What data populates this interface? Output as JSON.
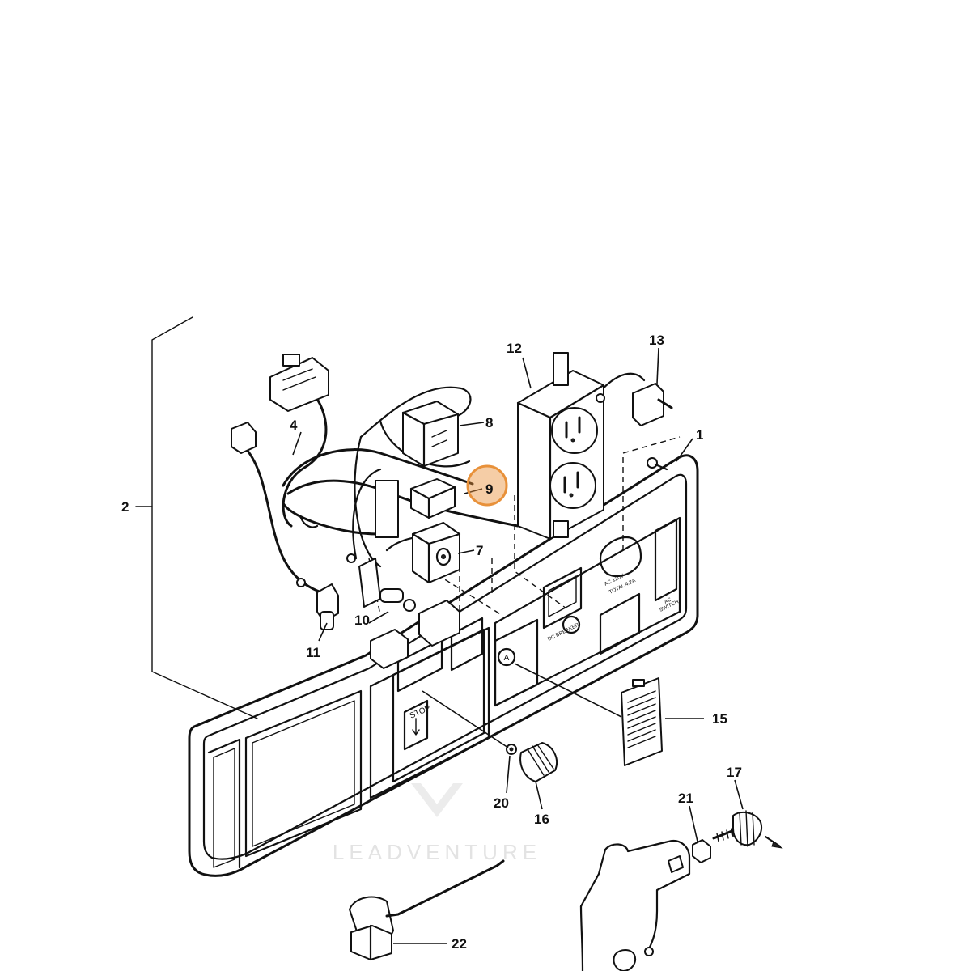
{
  "callouts": [
    {
      "id": "1",
      "label": "1"
    },
    {
      "id": "2",
      "label": "2"
    },
    {
      "id": "4",
      "label": "4"
    },
    {
      "id": "7",
      "label": "7"
    },
    {
      "id": "8",
      "label": "8"
    },
    {
      "id": "9",
      "label": "9"
    },
    {
      "id": "10",
      "label": "10"
    },
    {
      "id": "11",
      "label": "11"
    },
    {
      "id": "12",
      "label": "12"
    },
    {
      "id": "13",
      "label": "13"
    },
    {
      "id": "15",
      "label": "15"
    },
    {
      "id": "16",
      "label": "16"
    },
    {
      "id": "17",
      "label": "17"
    },
    {
      "id": "20",
      "label": "20"
    },
    {
      "id": "21",
      "label": "21"
    },
    {
      "id": "22",
      "label": "22"
    }
  ],
  "highlight": {
    "callout": "9",
    "color": "#e8913a"
  },
  "panel_labels": {
    "stop": "STOP",
    "detail_marker": "A",
    "ac_outlet": "AC 120V",
    "ac_total": "TOTAL 4.2A",
    "ac_switch_1": "AC",
    "ac_switch_2": "SWITCH",
    "dc_breaker": "DC BREAKER"
  },
  "watermark": {
    "text": "LEADVENTURE"
  }
}
